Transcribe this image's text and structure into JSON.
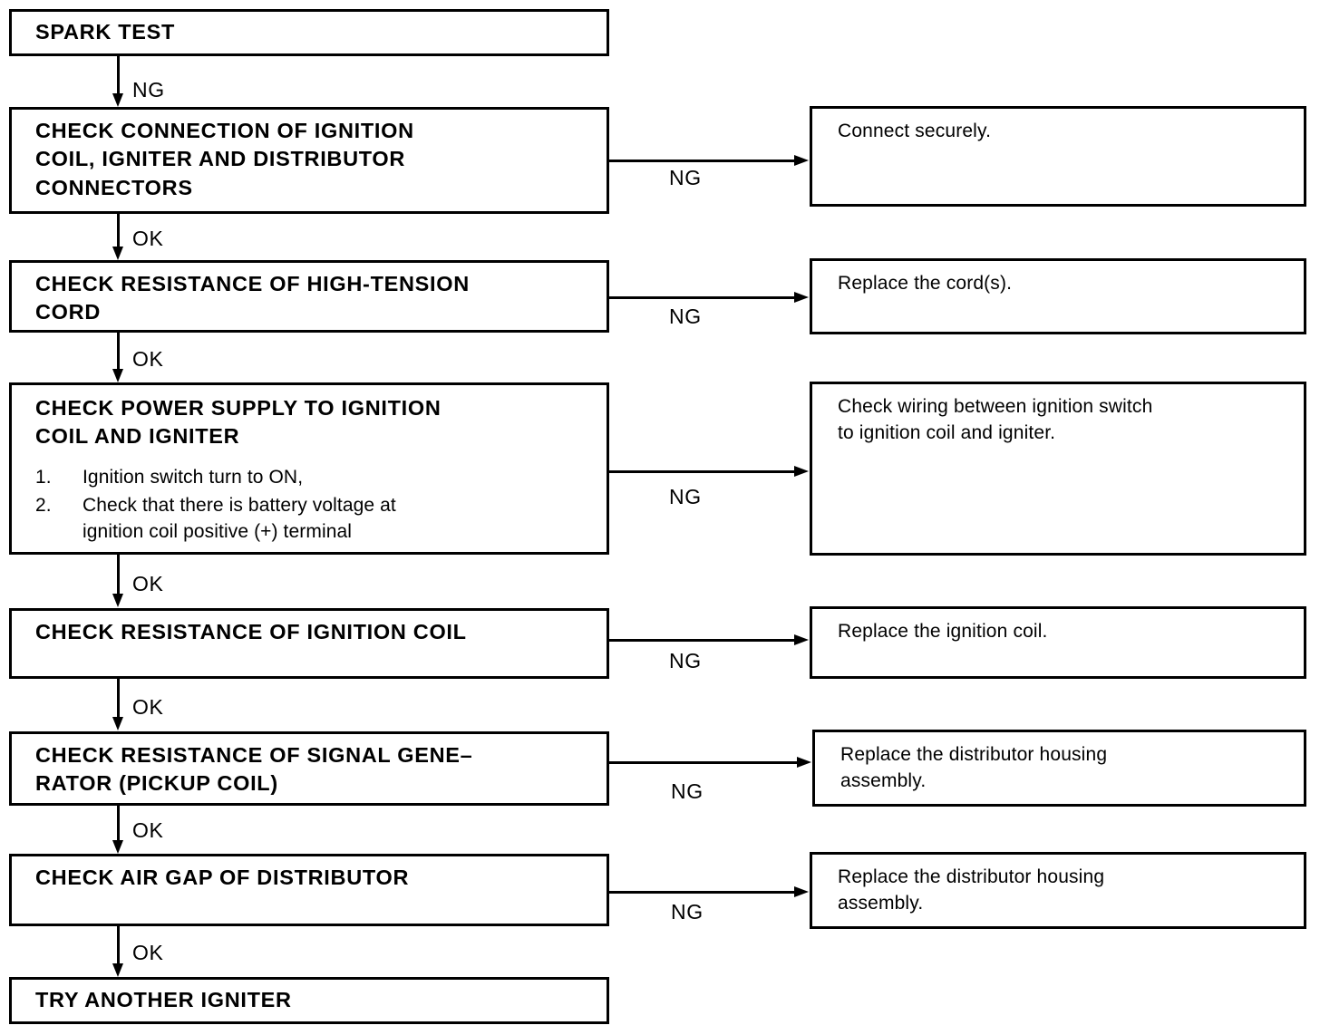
{
  "diagram": {
    "title": "Ignition System Spark Test Troubleshooting Flowchart",
    "type": "flowchart",
    "colors": {
      "line": "#000000",
      "background": "#ffffff",
      "text": "#000000"
    },
    "edge_labels": {
      "ng": "NG",
      "ok": "OK"
    }
  },
  "steps": [
    {
      "id": "spark-test",
      "title": "SPARK TEST"
    },
    {
      "id": "check-connection",
      "title": "CHECK CONNECTION OF IGNITION\nCOIL, IGNITER AND DISTRIBUTOR\nCONNECTORS"
    },
    {
      "id": "check-cord",
      "title": "CHECK RESISTANCE OF HIGH-TENSION\nCORD"
    },
    {
      "id": "check-power",
      "title": "CHECK POWER SUPPLY TO IGNITION\nCOIL AND IGNITER",
      "substeps": [
        {
          "num": "1.",
          "text": "Ignition switch turn to ON,"
        },
        {
          "num": "2.",
          "text": "Check that there is battery voltage at\nignition coil positive (+) terminal"
        }
      ]
    },
    {
      "id": "check-coil",
      "title": "CHECK RESISTANCE OF IGNITION COIL"
    },
    {
      "id": "check-signal-gen",
      "title": "CHECK RESISTANCE OF SIGNAL GENE–\nRATOR (PICKUP COIL)"
    },
    {
      "id": "check-air-gap",
      "title": "CHECK AIR GAP OF DISTRIBUTOR"
    },
    {
      "id": "try-igniter",
      "title": "TRY ANOTHER IGNITER"
    }
  ],
  "actions": [
    {
      "id": "connect-securely",
      "text": "Connect securely."
    },
    {
      "id": "replace-cord",
      "text": "Replace the cord(s)."
    },
    {
      "id": "check-wiring",
      "text": "Check wiring between ignition switch\nto ignition coil and igniter."
    },
    {
      "id": "replace-coil",
      "text": "Replace the ignition coil."
    },
    {
      "id": "replace-housing-1",
      "text": "Replace the distributor housing\nassembly."
    },
    {
      "id": "replace-housing-2",
      "text": "Replace the distributor housing\nassembly."
    }
  ],
  "transitions": [
    {
      "from": "spark-test",
      "to": "check-connection",
      "label": "NG"
    },
    {
      "from": "check-connection",
      "to": "connect-securely",
      "label": "NG"
    },
    {
      "from": "check-connection",
      "to": "check-cord",
      "label": "OK"
    },
    {
      "from": "check-cord",
      "to": "replace-cord",
      "label": "NG"
    },
    {
      "from": "check-cord",
      "to": "check-power",
      "label": "OK"
    },
    {
      "from": "check-power",
      "to": "check-wiring",
      "label": "NG"
    },
    {
      "from": "check-power",
      "to": "check-coil",
      "label": "OK"
    },
    {
      "from": "check-coil",
      "to": "replace-coil",
      "label": "NG"
    },
    {
      "from": "check-coil",
      "to": "check-signal-gen",
      "label": "OK"
    },
    {
      "from": "check-signal-gen",
      "to": "replace-housing-1",
      "label": "NG"
    },
    {
      "from": "check-signal-gen",
      "to": "check-air-gap",
      "label": "OK"
    },
    {
      "from": "check-air-gap",
      "to": "replace-housing-2",
      "label": "NG"
    },
    {
      "from": "check-air-gap",
      "to": "try-igniter",
      "label": "OK"
    }
  ]
}
